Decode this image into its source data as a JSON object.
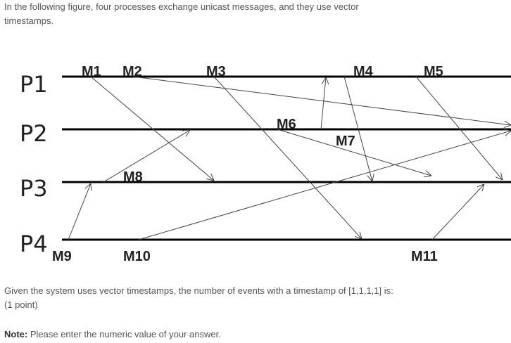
{
  "intro": {
    "line1": "In the following figure, four processes exchange unicast messages, and they use vector",
    "line2": "timestamps."
  },
  "diagram": {
    "processes": [
      "P1",
      "P2",
      "P3",
      "P4"
    ],
    "messages": [
      "M1",
      "M2",
      "M3",
      "M4",
      "M5",
      "M6",
      "M7",
      "M8",
      "M9",
      "M10",
      "M11"
    ],
    "colors": {
      "timeline": "#000000",
      "arrow": "#444444"
    }
  },
  "question": {
    "line1": "Given the system uses vector timestamps, the number of events with a timestamp of [1,1,1,1] is:",
    "line2": "(1 point)"
  },
  "note": {
    "label": "Note:",
    "text": " Please enter the numeric value of your answer."
  }
}
